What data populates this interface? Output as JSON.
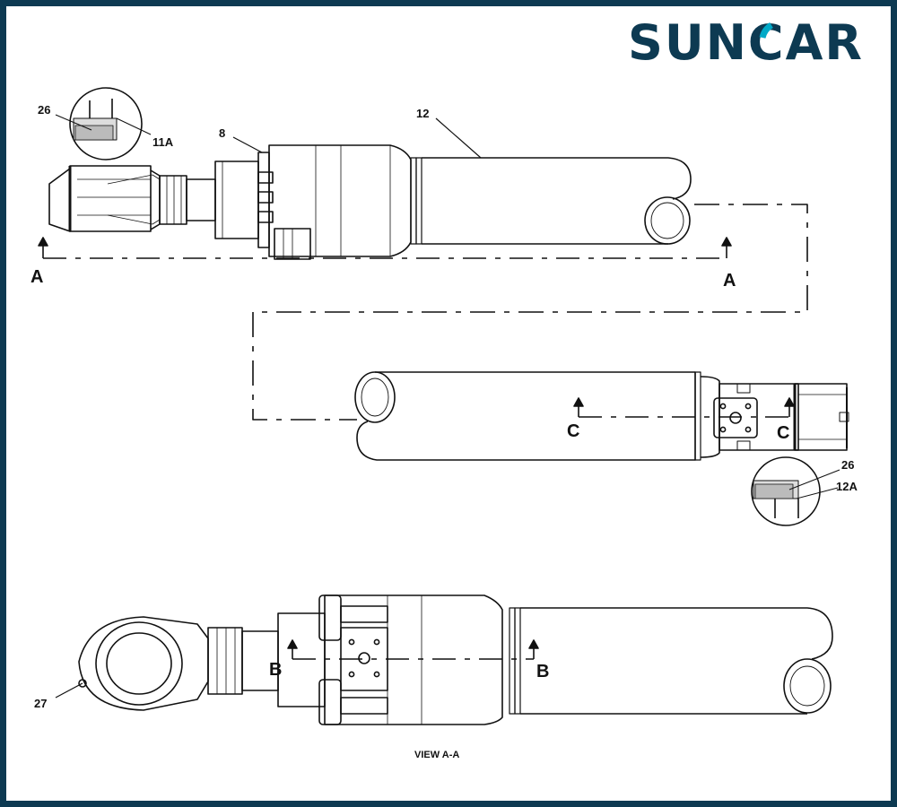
{
  "logo": {
    "text": "SUNCAR",
    "color": "#0d3a52",
    "accent": "#00a9c7"
  },
  "colors": {
    "frame": "#0d3a52",
    "line": "#111111",
    "fill": "#ffffff"
  },
  "callouts": {
    "c26_top": "26",
    "c11a": "11A",
    "c8": "8",
    "c12": "12",
    "c26_mid": "26",
    "c12a": "12A",
    "c27": "27"
  },
  "sections": {
    "a_left": "A",
    "a_right": "A",
    "c_left": "C",
    "c_right": "C",
    "b_left": "B",
    "b_right": "B"
  },
  "caption": "VIEW A-A"
}
